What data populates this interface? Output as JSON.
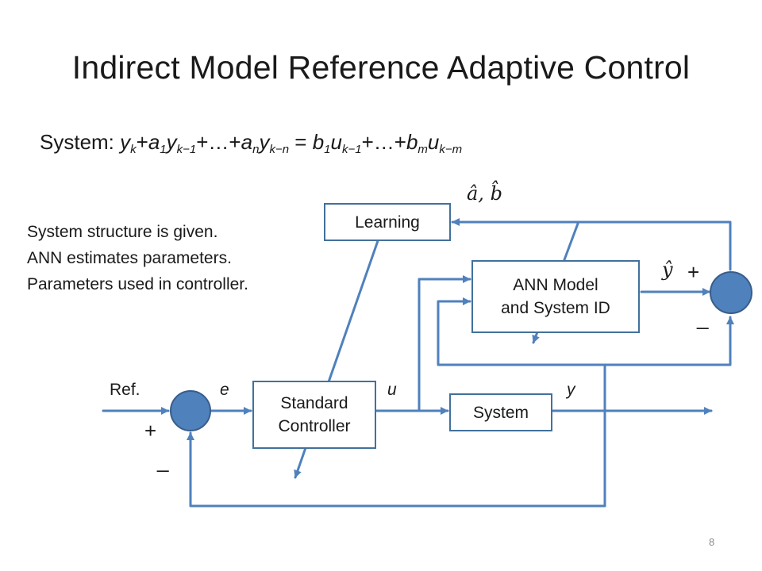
{
  "title": "Indirect Model Reference Adaptive Control",
  "equation": {
    "prefix": "System: ",
    "terms": [
      {
        "base": "y",
        "sub": "k"
      },
      {
        "text": "+"
      },
      {
        "base": "a",
        "sub": "1"
      },
      {
        "base": "y",
        "sub": "k−1"
      },
      {
        "text": "+…+"
      },
      {
        "base": "a",
        "sub": "n"
      },
      {
        "base": "y",
        "sub": "k−n"
      },
      {
        "text": " = "
      },
      {
        "base": "b",
        "sub": "1"
      },
      {
        "base": "u",
        "sub": "k−1"
      },
      {
        "text": "+…+"
      },
      {
        "base": "b",
        "sub": "m"
      },
      {
        "base": "u",
        "sub": "k−m"
      }
    ]
  },
  "notes": [
    "System structure is given.",
    "ANN estimates parameters.",
    "Parameters used in controller."
  ],
  "blocks": {
    "learning": "Learning",
    "ann_model": "ANN Model\nand System ID",
    "controller": "Standard\nController",
    "system": "System"
  },
  "signals": {
    "ref": "Ref.",
    "e": "e",
    "u": "u",
    "y": "y",
    "y_hat": "ŷ",
    "params": "â, b̂"
  },
  "signs": {
    "sum1_plus": "+",
    "sum1_minus": "_",
    "sum2_plus": "+",
    "sum2_minus": "_"
  },
  "page_number": "8",
  "colors": {
    "line": "#4f81bd",
    "block_border": "#41719c",
    "sum_fill": "#4f81bd",
    "text": "#1a1a1a"
  }
}
